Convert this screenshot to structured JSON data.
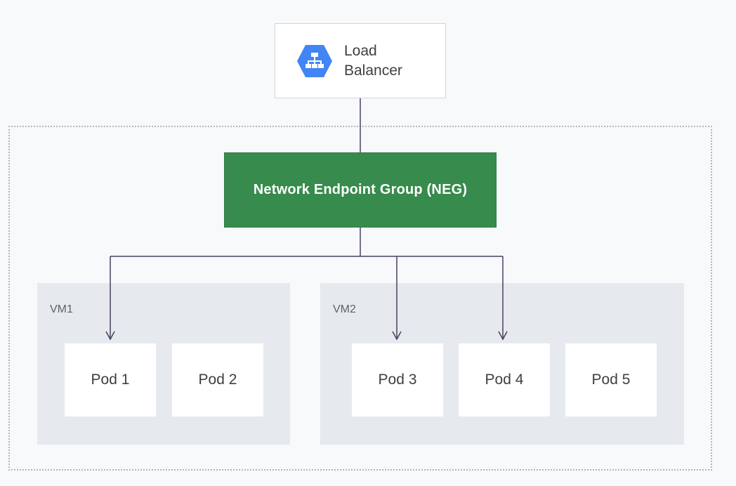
{
  "load_balancer": {
    "label_line1": "Load",
    "label_line2": "Balancer",
    "icon": "load-balancer-icon",
    "icon_color": "#4285f4"
  },
  "neg": {
    "label": "Network Endpoint Group (NEG)",
    "color": "#378b4c"
  },
  "vms": [
    {
      "label": "VM1"
    },
    {
      "label": "VM2"
    }
  ],
  "pods": [
    {
      "label": "Pod 1",
      "vm": "VM1",
      "targeted": true
    },
    {
      "label": "Pod 2",
      "vm": "VM1",
      "targeted": false
    },
    {
      "label": "Pod 3",
      "vm": "VM2",
      "targeted": true
    },
    {
      "label": "Pod 4",
      "vm": "VM2",
      "targeted": true
    },
    {
      "label": "Pod 5",
      "vm": "VM2",
      "targeted": false
    }
  ],
  "edges": [
    {
      "from": "Load Balancer",
      "to": "Network Endpoint Group (NEG)"
    },
    {
      "from": "Network Endpoint Group (NEG)",
      "to": "Pod 1"
    },
    {
      "from": "Network Endpoint Group (NEG)",
      "to": "Pod 3"
    },
    {
      "from": "Network Endpoint Group (NEG)",
      "to": "Pod 4"
    }
  ]
}
